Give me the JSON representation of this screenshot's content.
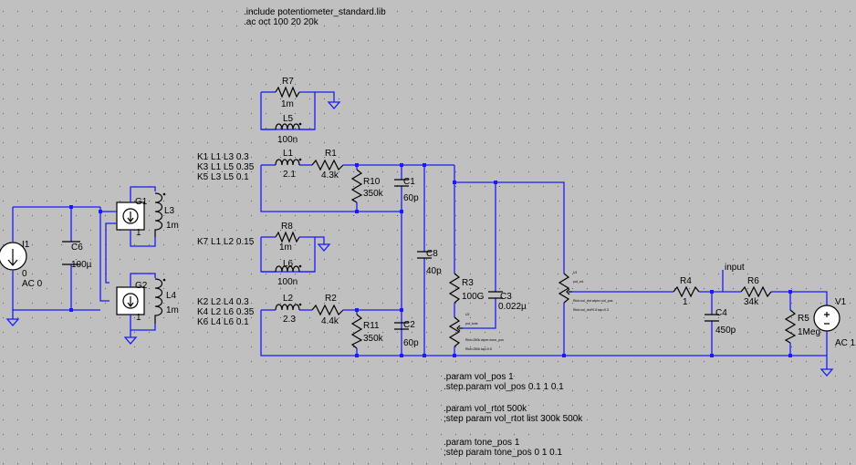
{
  "directives": {
    "include": ".include potentiometer_standard.lib",
    "ac": ".ac oct 100 20 20k",
    "param_vol_pos": ".param vol_pos 1",
    "step_vol_pos": ".step.param vol_pos 0.1 1 0.1",
    "param_vol_rtot": ".param vol_rtot 500k",
    "step_vol_rtot": ";step param vol_rtot list 300k 500k",
    "param_tone_pos": ".param tone_pos 1",
    "step_tone_pos": ";step param tone_pos 0 1 0.1"
  },
  "couplings": {
    "k1": "K1 L1 L3 0.3",
    "k3": "K3 L1 L5 0.35",
    "k5": "K5 L3 L5 0.1",
    "k7": "K7 L1 L2 0.15",
    "k2": "K2 L2 L4 0.3",
    "k4": "K4 L2 L6 0.35",
    "k6": "K6 L4 L6 0.1"
  },
  "components": {
    "I1": {
      "name": "I1",
      "value": "0",
      "value2": "AC 0"
    },
    "C6": {
      "name": "C6",
      "value": "100µ"
    },
    "G1": {
      "name": "G1",
      "value": "1"
    },
    "G2": {
      "name": "G2",
      "value": "1"
    },
    "L3": {
      "name": "L3",
      "value": "1m"
    },
    "L4": {
      "name": "L4",
      "value": "1m"
    },
    "R7": {
      "name": "R7",
      "value": "1m"
    },
    "L5": {
      "name": "L5",
      "value": "100n"
    },
    "L1": {
      "name": "L1",
      "value": "2.1"
    },
    "R1": {
      "name": "R1",
      "value": "4.3k"
    },
    "R10": {
      "name": "R10",
      "value": "350k"
    },
    "C1": {
      "name": "C1",
      "value": "60p"
    },
    "R8": {
      "name": "R8",
      "value": "1m"
    },
    "L6": {
      "name": "L6",
      "value": "100n"
    },
    "L2": {
      "name": "L2",
      "value": "2.3"
    },
    "R2": {
      "name": "R2",
      "value": "4.4k"
    },
    "R11": {
      "name": "R11",
      "value": "350k"
    },
    "C2": {
      "name": "C2",
      "value": "60p"
    },
    "C8": {
      "name": "C8",
      "value": "40p"
    },
    "R3": {
      "name": "R3",
      "value": "100G"
    },
    "C3": {
      "name": "C3",
      "value": "0.022µ"
    },
    "R4": {
      "name": "R4",
      "value": "1"
    },
    "C4": {
      "name": "C4",
      "value": "450p"
    },
    "R6": {
      "name": "R6",
      "value": "34k"
    },
    "R5": {
      "name": "R5",
      "value": "1Meg"
    },
    "V1": {
      "name": "V1",
      "value": "AC 1"
    }
  },
  "net_labels": {
    "input": "input"
  },
  "tiny_labels": {
    "u1_a": "U1",
    "u1_b": "pot_vol",
    "u1_c": "Rtot=vol_rtot wiper=vol_pos",
    "u1_d": "Rtot=vol_rtot*0.5 tap=0.3",
    "u2_a": "U2",
    "u2_b": "pot_tone",
    "u2_c": "Rtot=250k wiper=tone_pos",
    "u2_d": "Rtot=250k tap=0.5"
  }
}
